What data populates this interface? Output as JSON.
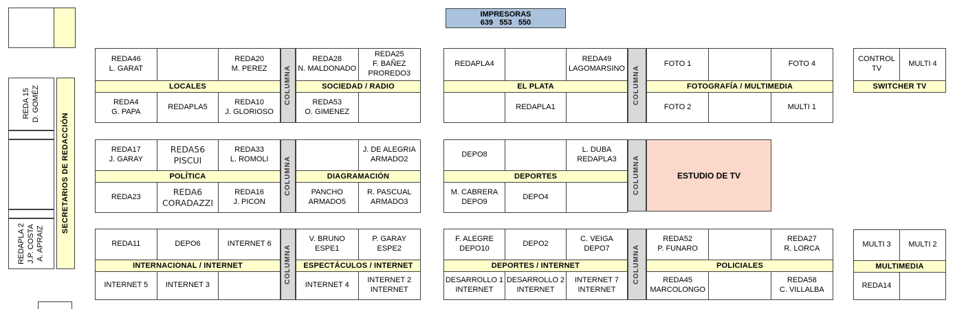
{
  "printers": {
    "title": "IMPRESORAS",
    "numbers": "639   553   550"
  },
  "columna_label": "COLUMNA",
  "estudio_tv_label": "ESTUDIO DE TV",
  "sidebar": {
    "secretaries_label": "SECRETARIOS DE REDACCIÓN",
    "desk_top": "REDA 15\nD. GOMÉZ",
    "desk_bottom": "REDAPLA 2\nJ.P. COSTA\nA. APRAIZ"
  },
  "blocks": {
    "locales": {
      "label": "LOCALES",
      "top": [
        "REDA46\nL. GARAT",
        "",
        "REDA20\nM. PEREZ"
      ],
      "bottom": [
        "REDA4\nG. PAPA",
        "REDAPLA5",
        "REDA10\nJ. GLORIOSO"
      ]
    },
    "sociedad": {
      "label": "SOCIEDAD / RADIO",
      "top": [
        "REDA28\nN. MALDONADO",
        "REDA25\nF. BAÑEZ\nPROREDO3"
      ],
      "bottom": [
        "REDA53\nO. GIMENEZ",
        ""
      ]
    },
    "elplata": {
      "label": "EL PLATA",
      "top": [
        "REDAPLA4",
        "",
        "REDA49\nLAGOMARSINO"
      ],
      "bottom": [
        "",
        "REDAPLA1",
        ""
      ]
    },
    "foto": {
      "label": "FOTOGRAFÍA / MULTIMEDIA",
      "top": [
        "FOTO 1",
        "",
        "FOTO 4"
      ],
      "bottom": [
        "FOTO 2",
        "",
        "MULTI 1"
      ]
    },
    "switcher": {
      "label": "SWITCHER TV",
      "top": [
        "CONTROL TV",
        "MULTI 4"
      ]
    },
    "politica": {
      "label": "POLÍTICA",
      "top": [
        "REDA17\nJ. GARAY",
        "REDA56\nPISCUI",
        "REDA33\nL. ROMOLI"
      ],
      "bottom": [
        "REDA23",
        "REDA6\nCORADAZZI",
        "REDA16\nJ. PICON"
      ]
    },
    "diagramacion": {
      "label": "DIAGRAMACIÓN",
      "top": [
        "",
        "J. DE ALEGRIA\nARMADO2"
      ],
      "bottom": [
        "PANCHO\nARMADO5",
        "R. PASCUAL\nARMADO3"
      ]
    },
    "deportes": {
      "label": "DEPORTES",
      "top": [
        "DEPO8",
        "",
        "L. DUBA\nREDAPLA3"
      ],
      "bottom": [
        "M. CABRERA\nDEPO9",
        "DEPO4",
        ""
      ]
    },
    "internacional": {
      "label": "INTERNACIONAL / INTERNET",
      "top": [
        "REDA11",
        "DEPO6",
        "INTERNET 6"
      ],
      "bottom": [
        "INTERNET 5",
        "INTERNET 3",
        ""
      ]
    },
    "espectaculos": {
      "label": "ESPECTÁCULOS / INTERNET",
      "top": [
        "V. BRUNO\nESPE1",
        "P. GARAY\nESPE2"
      ],
      "bottom": [
        "INTERNET 4",
        "INTERNET 2\nINTERNET"
      ]
    },
    "deportes_internet": {
      "label": "DEPORTES / INTERNET",
      "top": [
        "F. ALEGRE\nDEPO10",
        "DEPO2",
        "C. VEIGA\nDEPO7"
      ],
      "bottom": [
        "DESARROLLO 1\nINTERNET",
        "DESARROLLO 2\nINTERNET",
        "INTERNET 7\nINTERNET"
      ]
    },
    "policiales": {
      "label": "POLICIALES",
      "top": [
        "REDA52\nP. FUNARO",
        "",
        "REDA27\nR. LORCA"
      ],
      "bottom": [
        "REDA45\nMARCOLONGO",
        "",
        "REDA58\nC. VILLALBA"
      ]
    },
    "multimedia": {
      "label": "MULTIMEDIA",
      "top": [
        "MULTI 3",
        "MULTI 2"
      ],
      "bottom": [
        "REDA14",
        ""
      ]
    }
  }
}
